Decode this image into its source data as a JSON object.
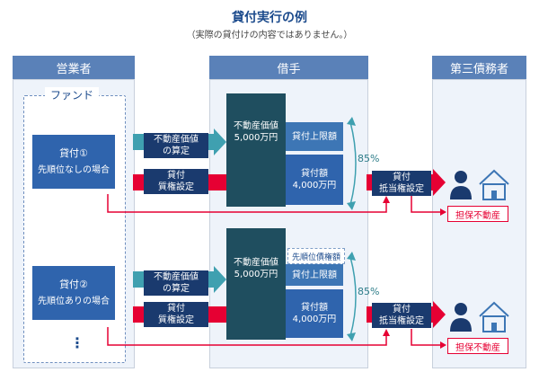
{
  "header": {
    "title": "貸付実行の例",
    "subtitle": "（実際の貸付けの内容ではありません。）"
  },
  "columns": {
    "left": "営業者",
    "middle": "借手",
    "right": "第三債務者"
  },
  "fund": "ファンド",
  "rows": [
    {
      "loan_title": "貸付①",
      "loan_desc": "先順位なしの場合",
      "arrow_top": "不動産価値\nの算定",
      "arrow_bottom": "貸付\n質権設定",
      "property_value": "不動産価値\n5,000万円",
      "limit": "貸付上限額",
      "loan_amount": "貸付額\n4,000万円",
      "percent": "85%",
      "collateral": "貸付\n抵当権設定",
      "tag": "担保不動産"
    },
    {
      "loan_title": "貸付②",
      "loan_desc": "先順位ありの場合",
      "arrow_top": "不動産価値\nの算定",
      "arrow_bottom": "貸付\n質権設定",
      "property_value": "不動産価値\n5,000万円",
      "senior": "先順位債権額",
      "limit": "貸付上限額",
      "loan_amount": "貸付額\n4,000万円",
      "percent": "85%",
      "collateral": "貸付\n抵当権設定",
      "tag": "担保不動産"
    }
  ],
  "more": "⋮",
  "colors": {
    "navy": "#1a3a6e",
    "teal": "#2f7e8a",
    "red": "#e60033",
    "header_blue": "#5a81b8"
  }
}
